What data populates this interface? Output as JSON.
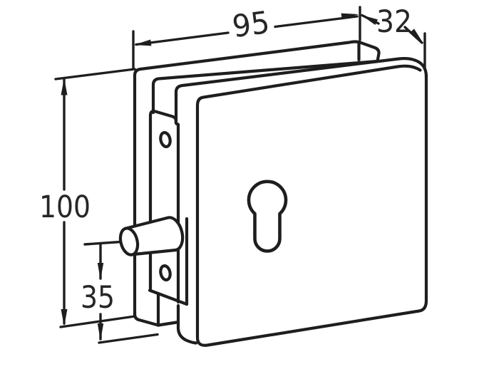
{
  "drawing": {
    "title": "glass-door-lock-technical-drawing",
    "background_color": "#ffffff",
    "line_color": "#1e1e1e",
    "dimensions": {
      "width": "95",
      "depth": "32",
      "height": "100",
      "pin_offset": "35"
    }
  }
}
